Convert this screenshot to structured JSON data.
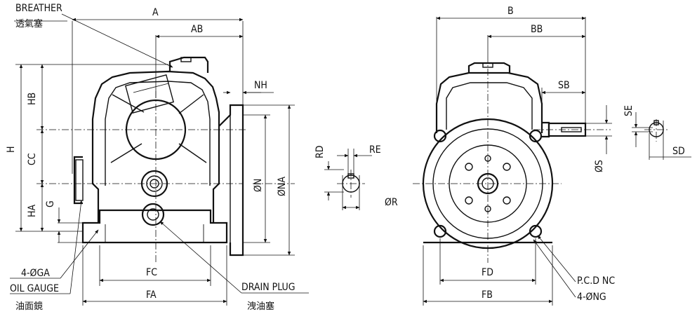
{
  "labels": {
    "breather": "BREATHER",
    "breather_cn": "透氣塞",
    "a": "A",
    "ab": "AB",
    "nh": "NH",
    "hb": "HB",
    "h": "H",
    "cc": "CC",
    "ha": "HA",
    "g": "G",
    "n": "ØN",
    "na": "ØNA",
    "ga": "4-ØGA",
    "oil_gauge": "OIL GAUGE",
    "oil_gauge_cn": "油面鏡",
    "fc": "FC",
    "fa": "FA",
    "drain_plug": "DRAIN PLUG",
    "drain_plug_cn": "洩油塞",
    "rd": "RD",
    "re": "RE",
    "r": "ØR",
    "b": "B",
    "bb": "BB",
    "sb": "SB",
    "se": "SE",
    "s": "ØS",
    "sd": "SD",
    "fd": "FD",
    "fb": "FB",
    "pcd": "P.C.D NC",
    "ng": "4-ØNG"
  }
}
